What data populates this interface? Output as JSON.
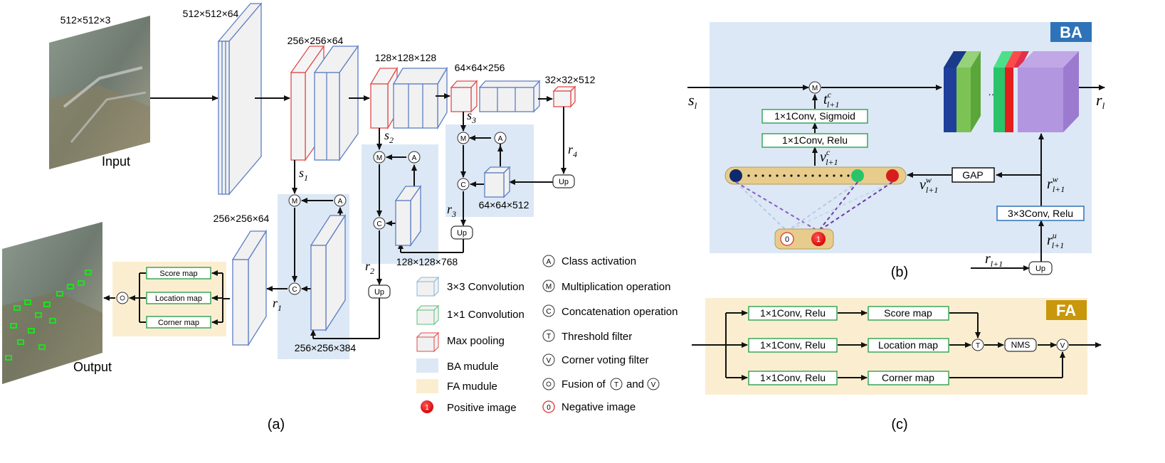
{
  "colors": {
    "conv3": "#5b7ec4",
    "conv1": "#3aa55a",
    "pool": "#e14b4b",
    "ba_bg": "#dce8f5",
    "fa_bg": "#fbeed0",
    "ba_tag": "#2e73b8",
    "fa_tag": "#c9970c",
    "arrow": "#111111"
  },
  "panel_a": {
    "input_size": "512×512×3",
    "input_label": "Input",
    "output_label": "Output",
    "s1": "512×512×64",
    "s2": "256×256×64",
    "s3": "128×128×128",
    "s4": "64×64×256",
    "s5": "32×32×512",
    "ba2_out": "64×64×512",
    "ba1_out": "128×128×768",
    "ba0_out": "256×256×384",
    "dec_size": "256×256×64",
    "fa_maps": [
      "Score map",
      "Location map",
      "Corner map"
    ],
    "up": "Up",
    "caption": "(a)"
  },
  "legend": [
    {
      "text": "3×3 Convolution",
      "kind": "conv3"
    },
    {
      "text": "1×1 Convolution",
      "kind": "conv1"
    },
    {
      "text": "Max pooling",
      "kind": "pool"
    },
    {
      "text": "BA mudule",
      "kind": "ba"
    },
    {
      "text": "FA mudule",
      "kind": "fa"
    },
    {
      "text": "Positive image",
      "kind": "positive"
    }
  ],
  "ops": [
    {
      "sym": "A",
      "text": "Class activation"
    },
    {
      "sym": "M",
      "text": "Multiplication operation"
    },
    {
      "sym": "C",
      "text": "Concatenation operation"
    },
    {
      "sym": "T",
      "text": "Threshold filter"
    },
    {
      "sym": "V",
      "text": "Corner voting filter"
    },
    {
      "sym": "",
      "text": "Fusion of",
      "text2": "and"
    },
    {
      "sym": "0",
      "text": "Negative image"
    }
  ],
  "panel_b": {
    "tag": "BA",
    "conv_sig": "1×1Conv, Sigmoid",
    "conv_relu": "1×1Conv, Relu",
    "gap": "GAP",
    "conv3": "3×3Conv, Relu",
    "up": "Up",
    "neg": "0",
    "pos": "1",
    "dots": "……",
    "caption": "(b)"
  },
  "panel_c": {
    "tag": "FA",
    "branches": [
      "1×1Conv, Relu",
      "1×1Conv, Relu",
      "1×1Conv, Relu"
    ],
    "maps": [
      "Score map",
      "Location map",
      "Corner map"
    ],
    "nms": "NMS",
    "caption": "(c)"
  }
}
